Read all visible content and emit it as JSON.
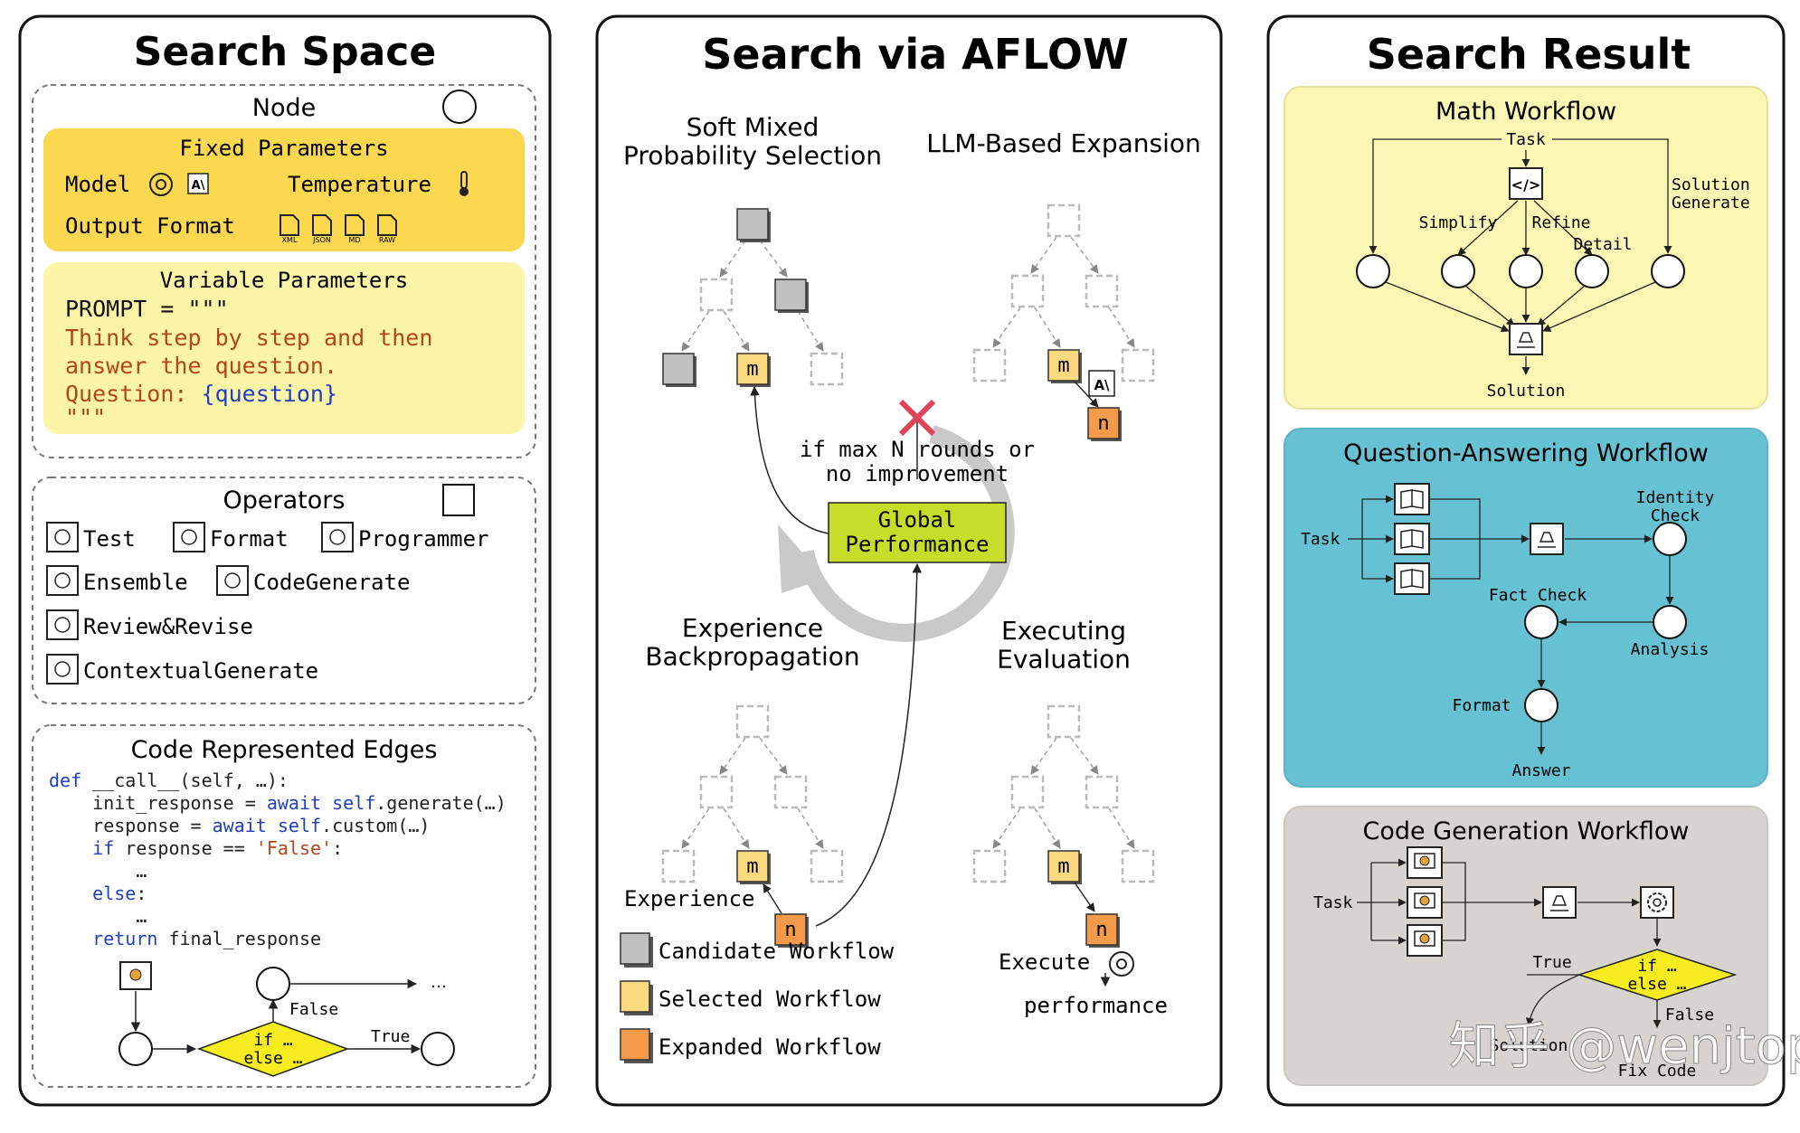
{
  "panels": {
    "left_title": "Search Space",
    "middle_title": "Search via AFLOW",
    "right_title": "Search Result"
  },
  "node_box": {
    "title": "Node",
    "fixed_title": "Fixed Parameters",
    "model_label": "Model",
    "temperature_label": "Temperature",
    "output_format_label": "Output Format",
    "format_tags": [
      "XML",
      "JSON",
      "MD",
      "RAW"
    ],
    "variable_title": "Variable Parameters",
    "prompt_lines": [
      "PROMPT = \"\"\"",
      "Think step by step and then",
      "answer the question.",
      "Question: ",
      "{question}",
      "\"\"\""
    ]
  },
  "operators_box": {
    "title": "Operators",
    "items": [
      "Test",
      "Format",
      "Programmer",
      "Ensemble",
      "CodeGenerate",
      "Review&Revise",
      "ContextualGenerate"
    ]
  },
  "code_box": {
    "title": "Code Represented Edges",
    "lines": [
      {
        "parts": [
          [
            "kw",
            "def "
          ],
          [
            "plain",
            "__call__(self, …):"
          ]
        ]
      },
      {
        "parts": [
          [
            "plain",
            "    init_response = "
          ],
          [
            "kw",
            "await self"
          ],
          [
            "plain",
            ".generate(…)"
          ]
        ]
      },
      {
        "parts": [
          [
            "plain",
            "    response = "
          ],
          [
            "kw",
            "await self"
          ],
          [
            "plain",
            ".custom(…)"
          ]
        ]
      },
      {
        "parts": [
          [
            "kw",
            "    if "
          ],
          [
            "plain",
            "response == "
          ],
          [
            "str",
            "'False'"
          ],
          [
            "plain",
            ":"
          ]
        ]
      },
      {
        "parts": [
          [
            "plain",
            "        …"
          ]
        ]
      },
      {
        "parts": [
          [
            "kw",
            "    else"
          ],
          [
            "plain",
            ":"
          ]
        ]
      },
      {
        "parts": [
          [
            "plain",
            "        …"
          ]
        ]
      },
      {
        "parts": [
          [
            "kw",
            "    return "
          ],
          [
            "plain",
            "final_response"
          ]
        ]
      }
    ],
    "diagram": {
      "if_else": "if …\nelse …",
      "false_label": "False",
      "true_label": "True",
      "ellipsis": "…"
    }
  },
  "aflow": {
    "soft_mixed": "Soft Mixed\nProbability Selection",
    "llm_expansion": "LLM-Based Expansion",
    "experience_bp": "Experience\nBackpropagation",
    "executing_eval": "Executing\nEvaluation",
    "stop_condition": "if max N rounds or\nno improvement",
    "global_performance": "Global\nPerformance",
    "experience_label": "Experience",
    "execute_label": "Execute",
    "performance_label": "performance",
    "m": "m",
    "n": "n",
    "legend": [
      "Candidate Workflow",
      "Selected Workflow",
      "Expanded Workflow"
    ],
    "colors": {
      "candidate": "#c0c0c0",
      "selected": "#fbd97e",
      "expanded": "#f39a4b",
      "global": "#c6dd2a",
      "cross": "#e0445a"
    }
  },
  "math_workflow": {
    "title": "Math Workflow",
    "labels": {
      "task": "Task",
      "simplify": "Simplify",
      "refine": "Refine",
      "detail": "Detail",
      "solution_generate": "Solution\nGenerate",
      "solution": "Solution"
    },
    "bg": "#fbf6b3"
  },
  "qa_workflow": {
    "title": "Question-Answering Workflow",
    "labels": {
      "task": "Task",
      "identity_check": "Identity\nCheck",
      "fact_check": "Fact Check",
      "analysis": "Analysis",
      "format": "Format",
      "answer": "Answer"
    },
    "bg": "#66c1d2"
  },
  "code_workflow": {
    "title": "Code Generation Workflow",
    "labels": {
      "task": "Task",
      "true_label": "True",
      "false_label": "False",
      "if_else": "if …\nelse …",
      "solution": "Solution",
      "fix_code": "Fix Code"
    },
    "bg": "#d7d3cf"
  },
  "watermark": "知乎 @wenjtop"
}
